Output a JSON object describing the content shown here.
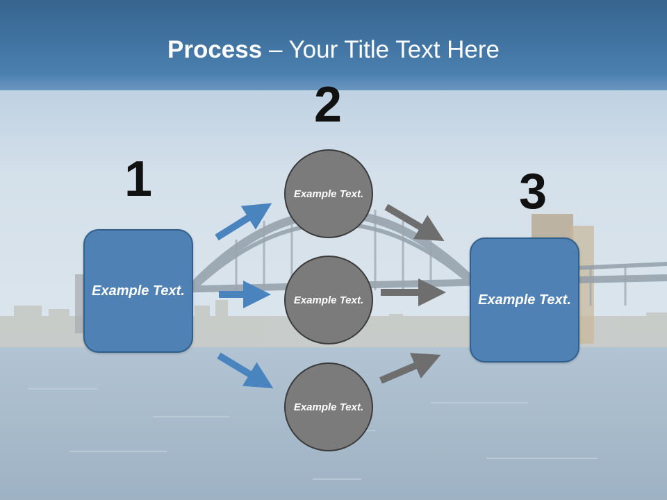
{
  "title": {
    "bold": "Process",
    "rest": " – Your Title Text Here"
  },
  "numbers": {
    "n1": "1",
    "n2": "2",
    "n3": "3"
  },
  "left_box": {
    "label": "Example Text."
  },
  "right_box": {
    "label": "Example Text."
  },
  "circles": [
    {
      "label": "Example Text."
    },
    {
      "label": "Example Text."
    },
    {
      "label": "Example Text."
    }
  ],
  "colors": {
    "title_band": "#4a7fae",
    "box_fill": "#4f81b5",
    "circle_fill": "#7b7b7b",
    "blue_arrow": "#4a84bf",
    "gray_arrow": "#6e6e6e"
  }
}
